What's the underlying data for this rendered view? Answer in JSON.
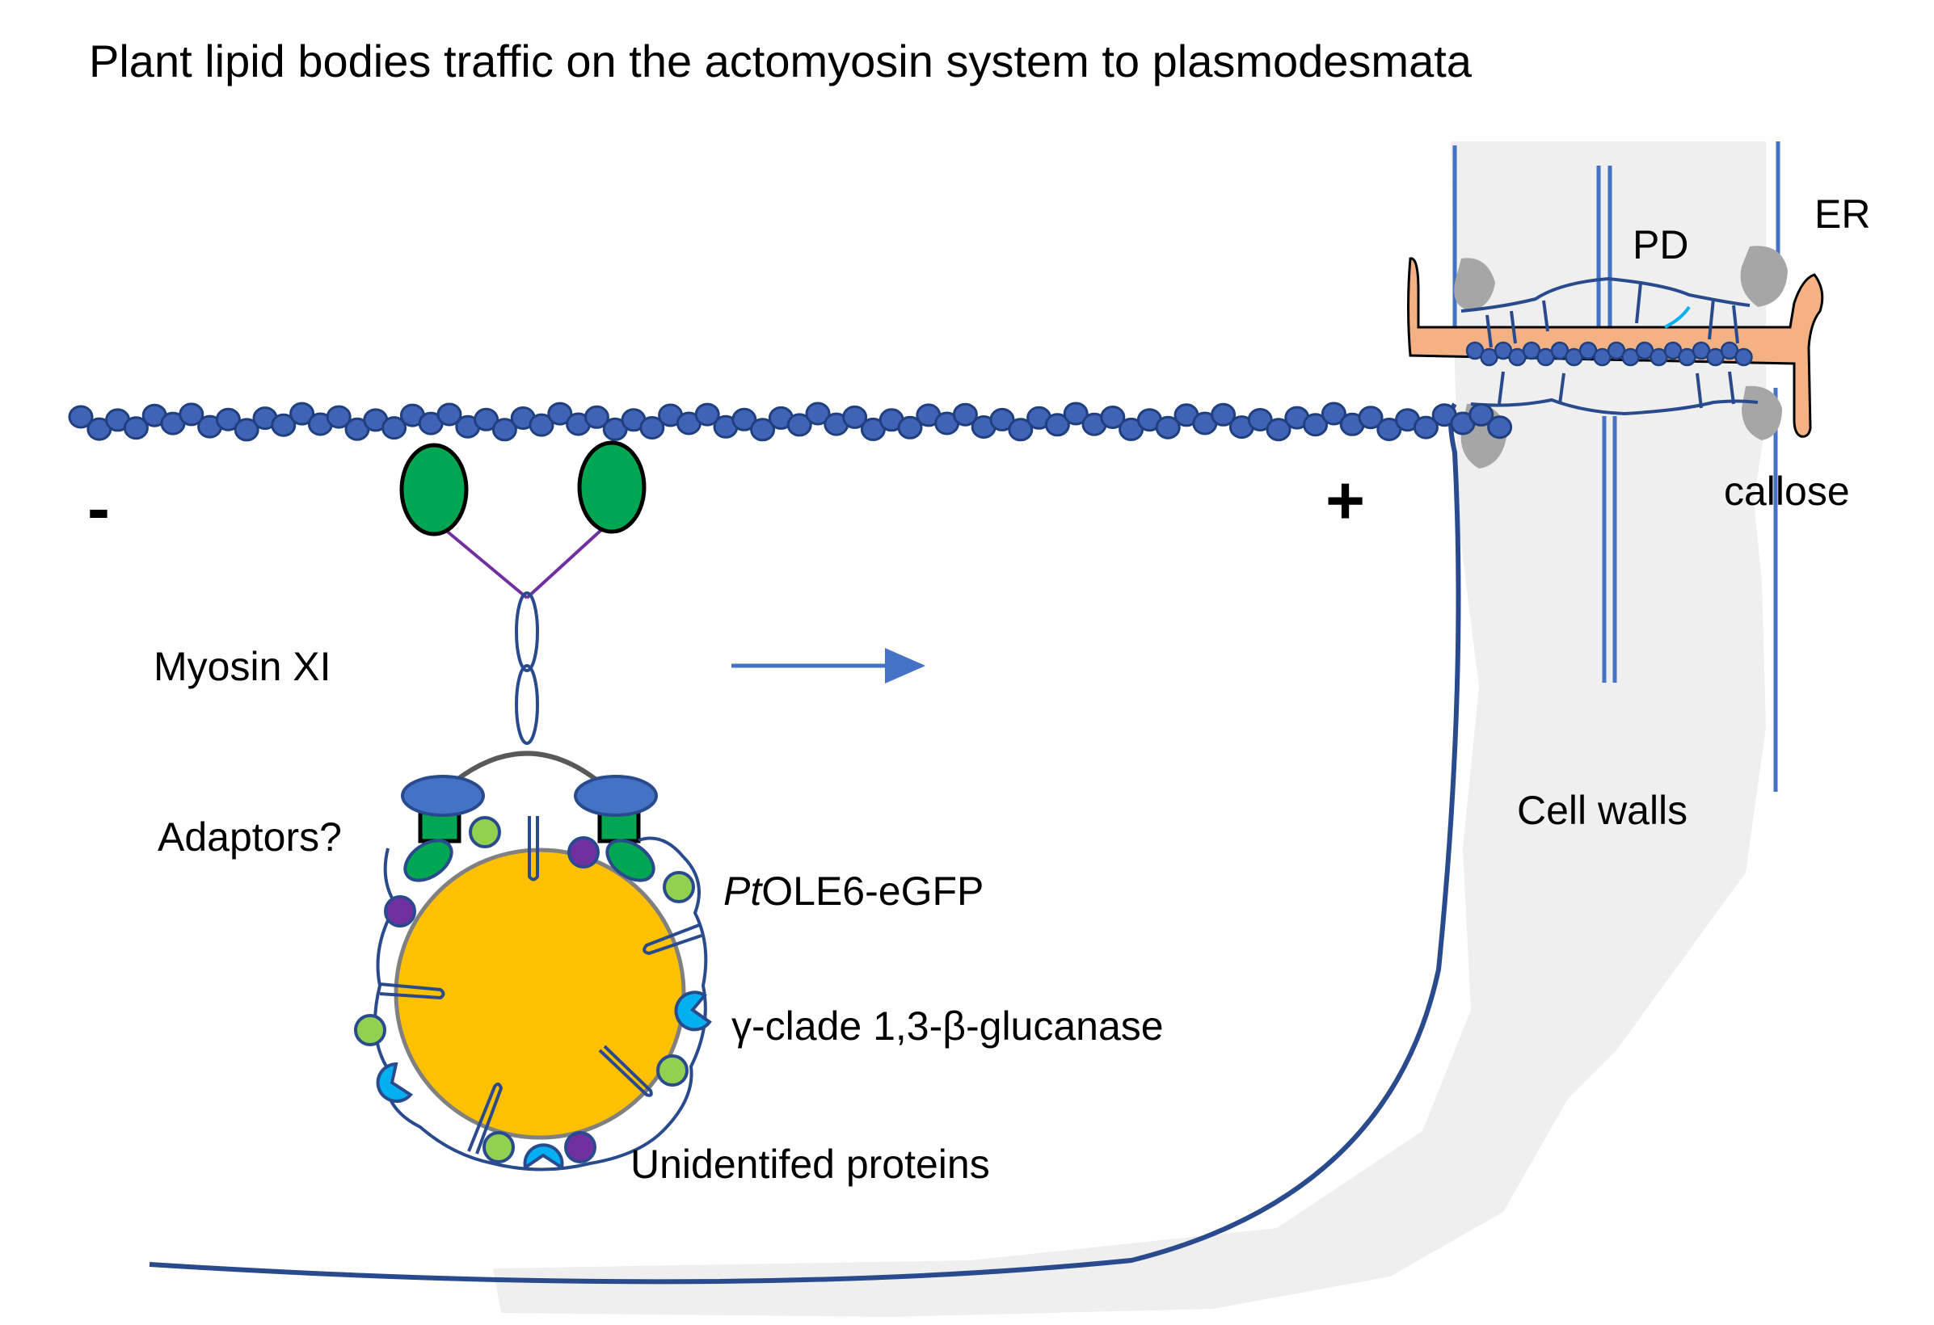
{
  "title": "Plant lipid bodies traffic on the actomyosin system to plasmodesmata",
  "labels": {
    "minus": "-",
    "plus": "+",
    "myosin": "Myosin XI",
    "adaptors": "Adaptors?",
    "oleosin_italic": "Pt",
    "oleosin_rest": "OLE6-eGFP",
    "glucanase": "γ-clade 1,3-β-glucanase",
    "unidentified": "Unidentifed proteins",
    "pd": "PD",
    "er": "ER",
    "callose": "callose",
    "cell_walls": "Cell walls"
  },
  "colors": {
    "actin": "#3f64b6",
    "actin_outline": "#203f7f",
    "membrane": "#2a4a8e",
    "myosin_head": "#00a651",
    "myosin_lever": "#7030a0",
    "adaptor": "#4472c4",
    "lipid_body": "#ffc000",
    "oleosin_green_dot": "#92d050",
    "purple_dot": "#7030a0",
    "glucanase": "#00b0f0",
    "direction_arrow": "#4472c4",
    "cell_wall": "#eeeeee",
    "er_body": "#f4b183",
    "callose": "#a6a6a6"
  }
}
